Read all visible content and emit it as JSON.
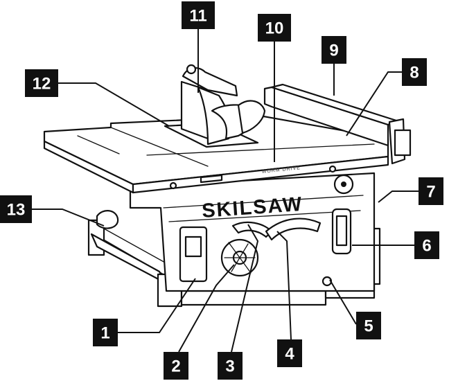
{
  "product": {
    "brand": "SKILSAW",
    "sub_label": "WORM DRIVE"
  },
  "callouts": [
    {
      "id": "1",
      "label": "1"
    },
    {
      "id": "2",
      "label": "2"
    },
    {
      "id": "3",
      "label": "3"
    },
    {
      "id": "4",
      "label": "4"
    },
    {
      "id": "5",
      "label": "5"
    },
    {
      "id": "6",
      "label": "6"
    },
    {
      "id": "7",
      "label": "7"
    },
    {
      "id": "8",
      "label": "8"
    },
    {
      "id": "9",
      "label": "9"
    },
    {
      "id": "10",
      "label": "10"
    },
    {
      "id": "11",
      "label": "11"
    },
    {
      "id": "12",
      "label": "12"
    },
    {
      "id": "13",
      "label": "13"
    }
  ]
}
